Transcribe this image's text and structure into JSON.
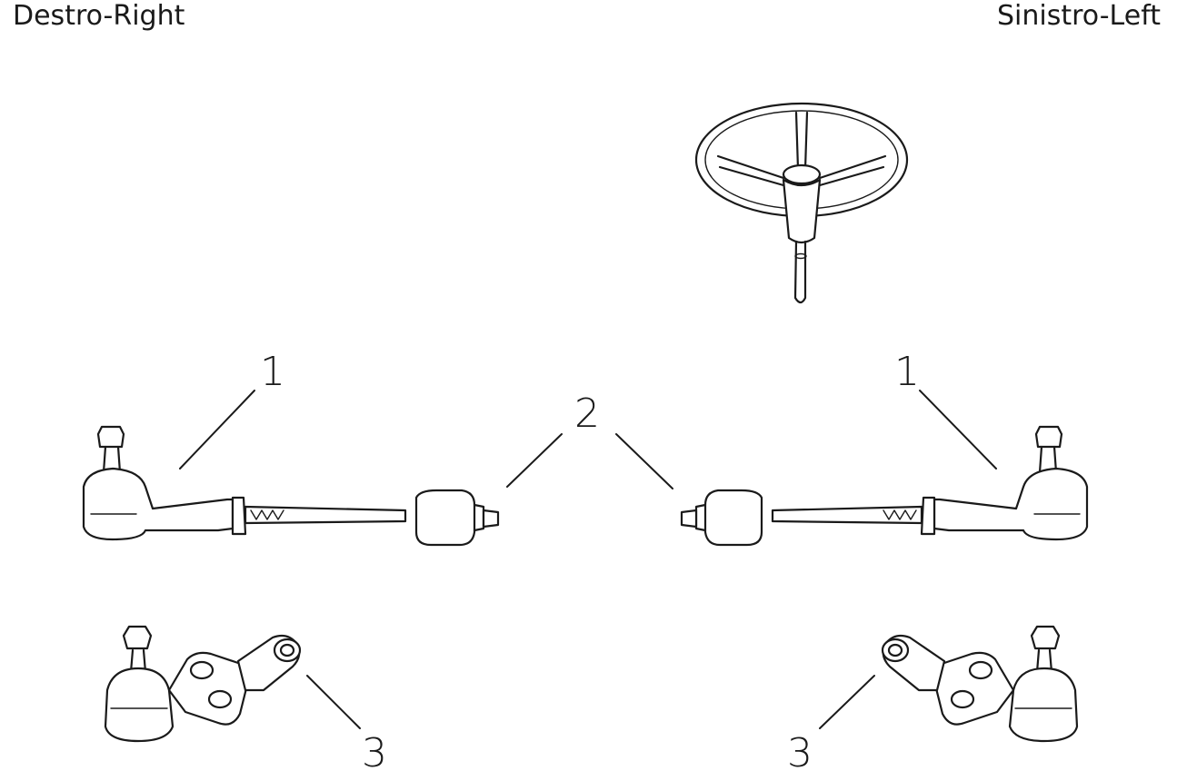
{
  "labels": {
    "right_side": "Destro-Right",
    "left_side": "Sinistro-Left"
  },
  "callouts": {
    "tie_rod_end_right": "1",
    "tie_rod_end_left": "1",
    "inner_tie_rod": "2",
    "idler_arm_right": "3",
    "idler_arm_left": "3"
  },
  "colors": {
    "ink": "#1a1a1a",
    "background": "#ffffff"
  }
}
